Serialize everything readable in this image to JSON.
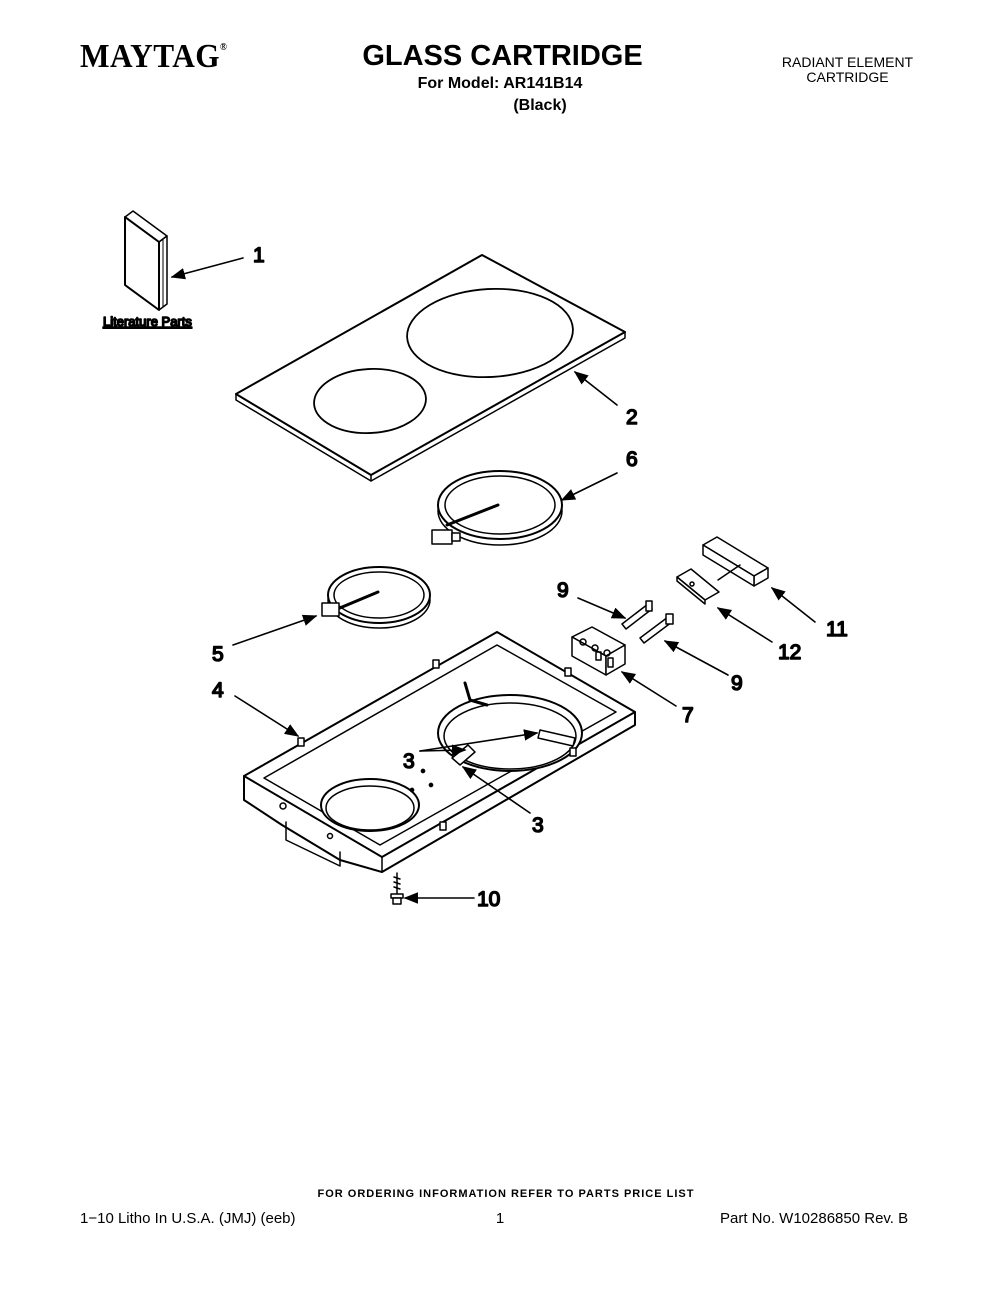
{
  "header": {
    "brand": "MAYTAG",
    "brand_mark": "®",
    "title": "GLASS CARTRIDGE",
    "model_line": "For Model: AR141B14",
    "variant": "(Black)",
    "section_line1": "RADIANT ELEMENT",
    "section_line2": "CARTRIDGE"
  },
  "diagram": {
    "literature_label": "Literature Parts",
    "callouts": {
      "c1": "1",
      "c2": "2",
      "c6": "6",
      "c9a": "9",
      "c11": "11",
      "c12": "12",
      "c5": "5",
      "c9b": "9",
      "c4": "4",
      "c7": "7",
      "c3a": "3",
      "c3b": "3",
      "c10": "10"
    }
  },
  "footer": {
    "ordering_note": "FOR ORDERING INFORMATION REFER TO PARTS PRICE LIST",
    "litho": "1−10 Litho In U.S.A. (JMJ) (eeb)",
    "page_number": "1",
    "part_number": "Part No. W10286850 Rev. B"
  }
}
